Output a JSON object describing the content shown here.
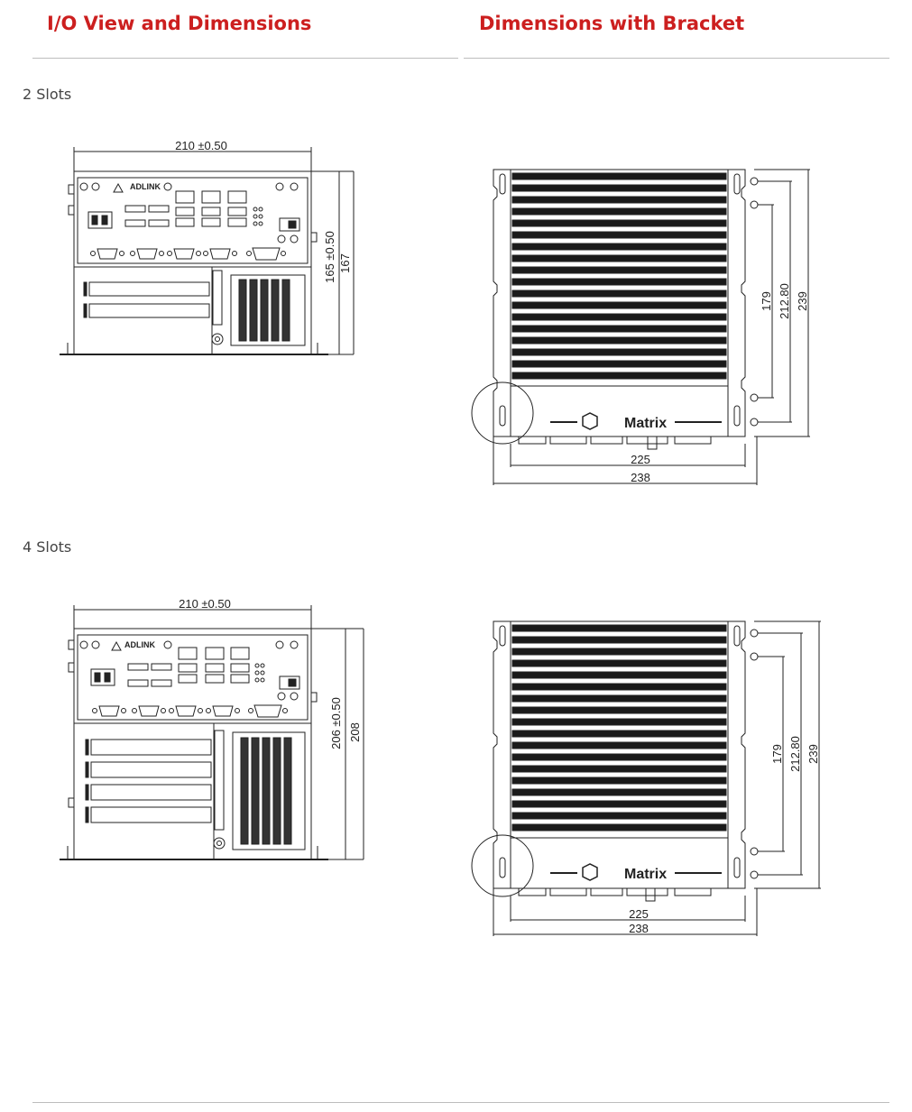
{
  "headings": {
    "io_view": "I/O View and Dimensions",
    "bracket": "Dimensions with Bracket"
  },
  "sections": [
    {
      "label": "2 Slots",
      "front": {
        "width": "210 ±0.50",
        "height_inner": "165 ±0.50",
        "height_outer": "167",
        "brand": "ADLINK"
      },
      "bracket": {
        "h1": "179",
        "h2": "212.80",
        "h3": "239",
        "w1": "225",
        "w2": "238",
        "brand": "Matrix"
      }
    },
    {
      "label": "4 Slots",
      "front": {
        "width": "210 ±0.50",
        "height_inner": "206 ±0.50",
        "height_outer": "208",
        "brand": "ADLINK"
      },
      "bracket": {
        "h1": "179",
        "h2": "212.80",
        "h3": "239",
        "w1": "225",
        "w2": "238",
        "brand": "Matrix"
      }
    }
  ],
  "colors": {
    "heading": "#cc1f1f",
    "line": "#222222",
    "rule": "#bdbdbd"
  }
}
